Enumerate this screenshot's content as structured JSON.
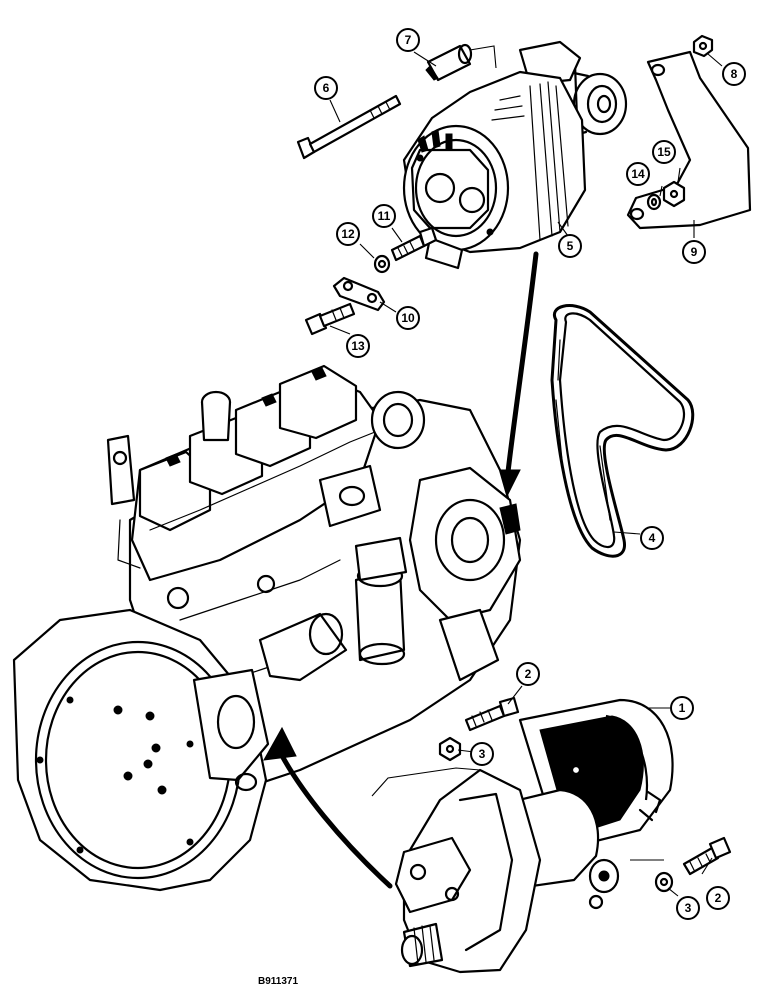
{
  "diagram": {
    "reference_code": "B911371",
    "callouts": [
      {
        "id": "c1",
        "label": "1"
      },
      {
        "id": "c2a",
        "label": "2"
      },
      {
        "id": "c2b",
        "label": "2"
      },
      {
        "id": "c3a",
        "label": "3"
      },
      {
        "id": "c3b",
        "label": "3"
      },
      {
        "id": "c4",
        "label": "4"
      },
      {
        "id": "c5",
        "label": "5"
      },
      {
        "id": "c6",
        "label": "6"
      },
      {
        "id": "c7",
        "label": "7"
      },
      {
        "id": "c8",
        "label": "8"
      },
      {
        "id": "c9",
        "label": "9"
      },
      {
        "id": "c10",
        "label": "10"
      },
      {
        "id": "c11",
        "label": "11"
      },
      {
        "id": "c12",
        "label": "12"
      },
      {
        "id": "c13",
        "label": "13"
      },
      {
        "id": "c14",
        "label": "14"
      },
      {
        "id": "c15",
        "label": "15"
      }
    ]
  }
}
